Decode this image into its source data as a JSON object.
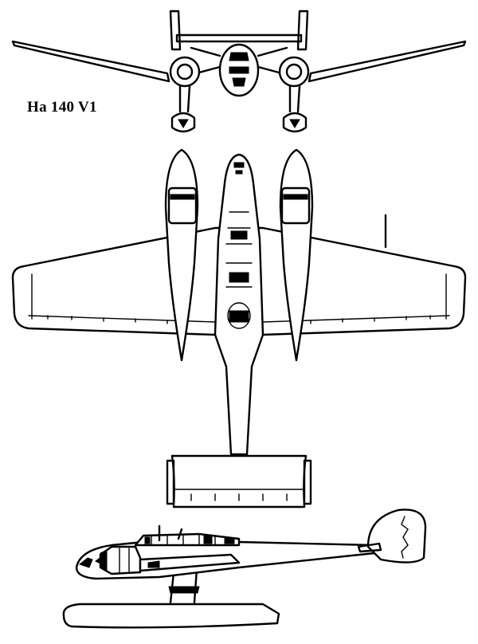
{
  "diagram": {
    "label": "Ha 140 V1",
    "views": [
      "front-view",
      "top-view",
      "side-view"
    ]
  }
}
